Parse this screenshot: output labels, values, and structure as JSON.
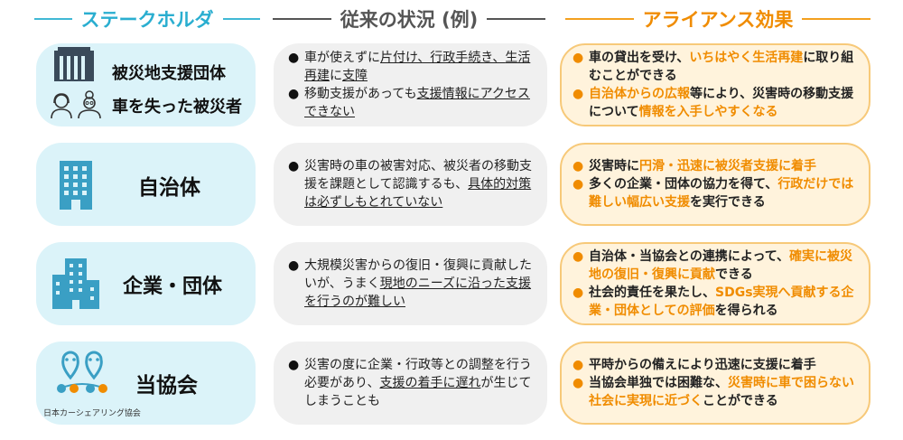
{
  "headers": {
    "stakeholder": "ステークホルダ",
    "current": "従来の状況 (例)",
    "alliance": "アライアンス効果"
  },
  "rows": [
    {
      "stakeholder": {
        "name_line1": "被災地支援団体",
        "name_line2": "車を失った被災者",
        "icons": [
          "building-icon",
          "woman-icon",
          "elderly-woman-icon"
        ]
      },
      "current": [
        {
          "parts": [
            {
              "t": "車が使えずに"
            },
            {
              "t": "片付け、行政手続き、",
              "u": true
            },
            {
              "t": "生活再建",
              "u": true
            },
            {
              "t": "に"
            },
            {
              "t": "支障",
              "u": true
            }
          ]
        },
        {
          "parts": [
            {
              "t": "移動支援があっても"
            },
            {
              "t": "支援情報にアクセスできない",
              "u": true
            }
          ]
        }
      ],
      "alliance": [
        {
          "parts": [
            {
              "t": "車の貸出を受け、"
            },
            {
              "t": "いちはやく生活再建",
              "h": true
            },
            {
              "t": "に取り組むことができる"
            }
          ]
        },
        {
          "parts": [
            {
              "t": "自治体からの広報",
              "h": true
            },
            {
              "t": "等により、災害時の移動支援について"
            },
            {
              "t": "情報を入手しやすくなる",
              "h": true
            }
          ]
        }
      ]
    },
    {
      "stakeholder": {
        "name": "自治体",
        "icons": [
          "office-building-icon"
        ]
      },
      "current": [
        {
          "parts": [
            {
              "t": "災害時の車の被害対応、被災者の移動支援を課題として認識するも、"
            },
            {
              "t": "具体的対策は必ずしもとれていない",
              "u": true
            }
          ]
        }
      ],
      "alliance": [
        {
          "parts": [
            {
              "t": "災害時に"
            },
            {
              "t": "円滑・迅速に被災者支援に着手",
              "h": true
            }
          ]
        },
        {
          "parts": [
            {
              "t": "多くの企業・団体の協力を得て、"
            },
            {
              "t": "行政だけでは難しい幅広い支援",
              "h": true
            },
            {
              "t": "を実行できる"
            }
          ]
        }
      ]
    },
    {
      "stakeholder": {
        "name": "企業・団体",
        "icons": [
          "city-buildings-icon"
        ]
      },
      "current": [
        {
          "parts": [
            {
              "t": "大規模災害からの復旧・復興に貢献したいが、うまく"
            },
            {
              "t": "現地のニーズに沿った支援を行うのが難しい",
              "u": true
            }
          ]
        }
      ],
      "alliance": [
        {
          "parts": [
            {
              "t": "自治体・当協会との連携によって、"
            },
            {
              "t": "確実に被災地の復旧・復興に貢献",
              "h": true
            },
            {
              "t": "できる"
            }
          ]
        },
        {
          "parts": [
            {
              "t": "社会的責任を果たし、"
            },
            {
              "t": "SDGs実現へ貢献する企業・団体としての評価",
              "h": true
            },
            {
              "t": "を得られる"
            }
          ]
        }
      ]
    },
    {
      "stakeholder": {
        "name": "当協会",
        "logo_text": "日本カーシェアリング協会",
        "icons": [
          "association-logo-icon"
        ]
      },
      "current": [
        {
          "parts": [
            {
              "t": "災害の度に企業・行政等との調整を行う必要があり、"
            },
            {
              "t": "支援の着手に遅れ",
              "u": true
            },
            {
              "t": "が生じてしまうことも"
            }
          ]
        }
      ],
      "alliance": [
        {
          "parts": [
            {
              "t": "平時からの備えにより迅速に支援に着手"
            }
          ]
        },
        {
          "parts": [
            {
              "t": "当協会単独では困難な、"
            },
            {
              "t": "災害時に車で困らない社会に実現に近づく",
              "h": true
            },
            {
              "t": "ことができる"
            }
          ]
        }
      ]
    }
  ],
  "bullet": "●",
  "colors": {
    "teal": "#2aaed0",
    "orange": "#f08c00",
    "gray": "#555555",
    "icon": "#3a9fc4"
  }
}
